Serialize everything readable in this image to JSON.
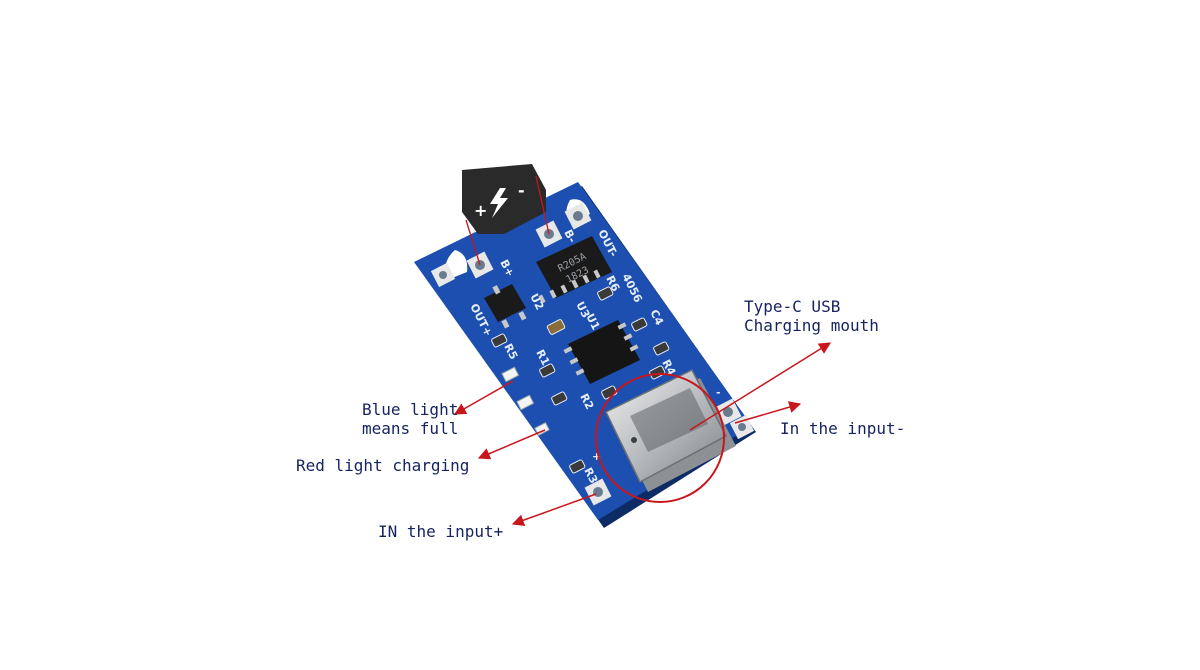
{
  "battery": {
    "plus": "+",
    "minus": "-"
  },
  "board": {
    "pad_bplus": "B+",
    "pad_bminus": "B-",
    "pad_out_minus": "OUT-",
    "pad_out_plus": "OUT+",
    "chip_top_line1": "R205A",
    "chip_top_line2": "1823",
    "chip_main": "4056",
    "silk_u1": "U1",
    "silk_u2": "U2",
    "silk_u3": "U3",
    "silk_r1": "R1",
    "silk_r2": "R2",
    "silk_r3": "R3",
    "silk_r4": "R4",
    "silk_r5": "R5",
    "silk_r6": "R6",
    "silk_c4": "C4",
    "silk_in_plus": "+",
    "silk_in_minus": "-"
  },
  "labels": {
    "type_c_line1": "Type-C USB",
    "type_c_line2": "Charging mouth",
    "in_minus": "In the input-",
    "blue_line1": "Blue light",
    "blue_line2": "means full",
    "red": "Red light charging",
    "in_plus": "IN the input+"
  },
  "colors": {
    "pcb": "#1c4fb0",
    "pcb_dark": "#123a85",
    "silk": "#e8eef8",
    "arrow": "#c8161d",
    "label_text": "#15235e",
    "battery": "#2a2a2a"
  }
}
